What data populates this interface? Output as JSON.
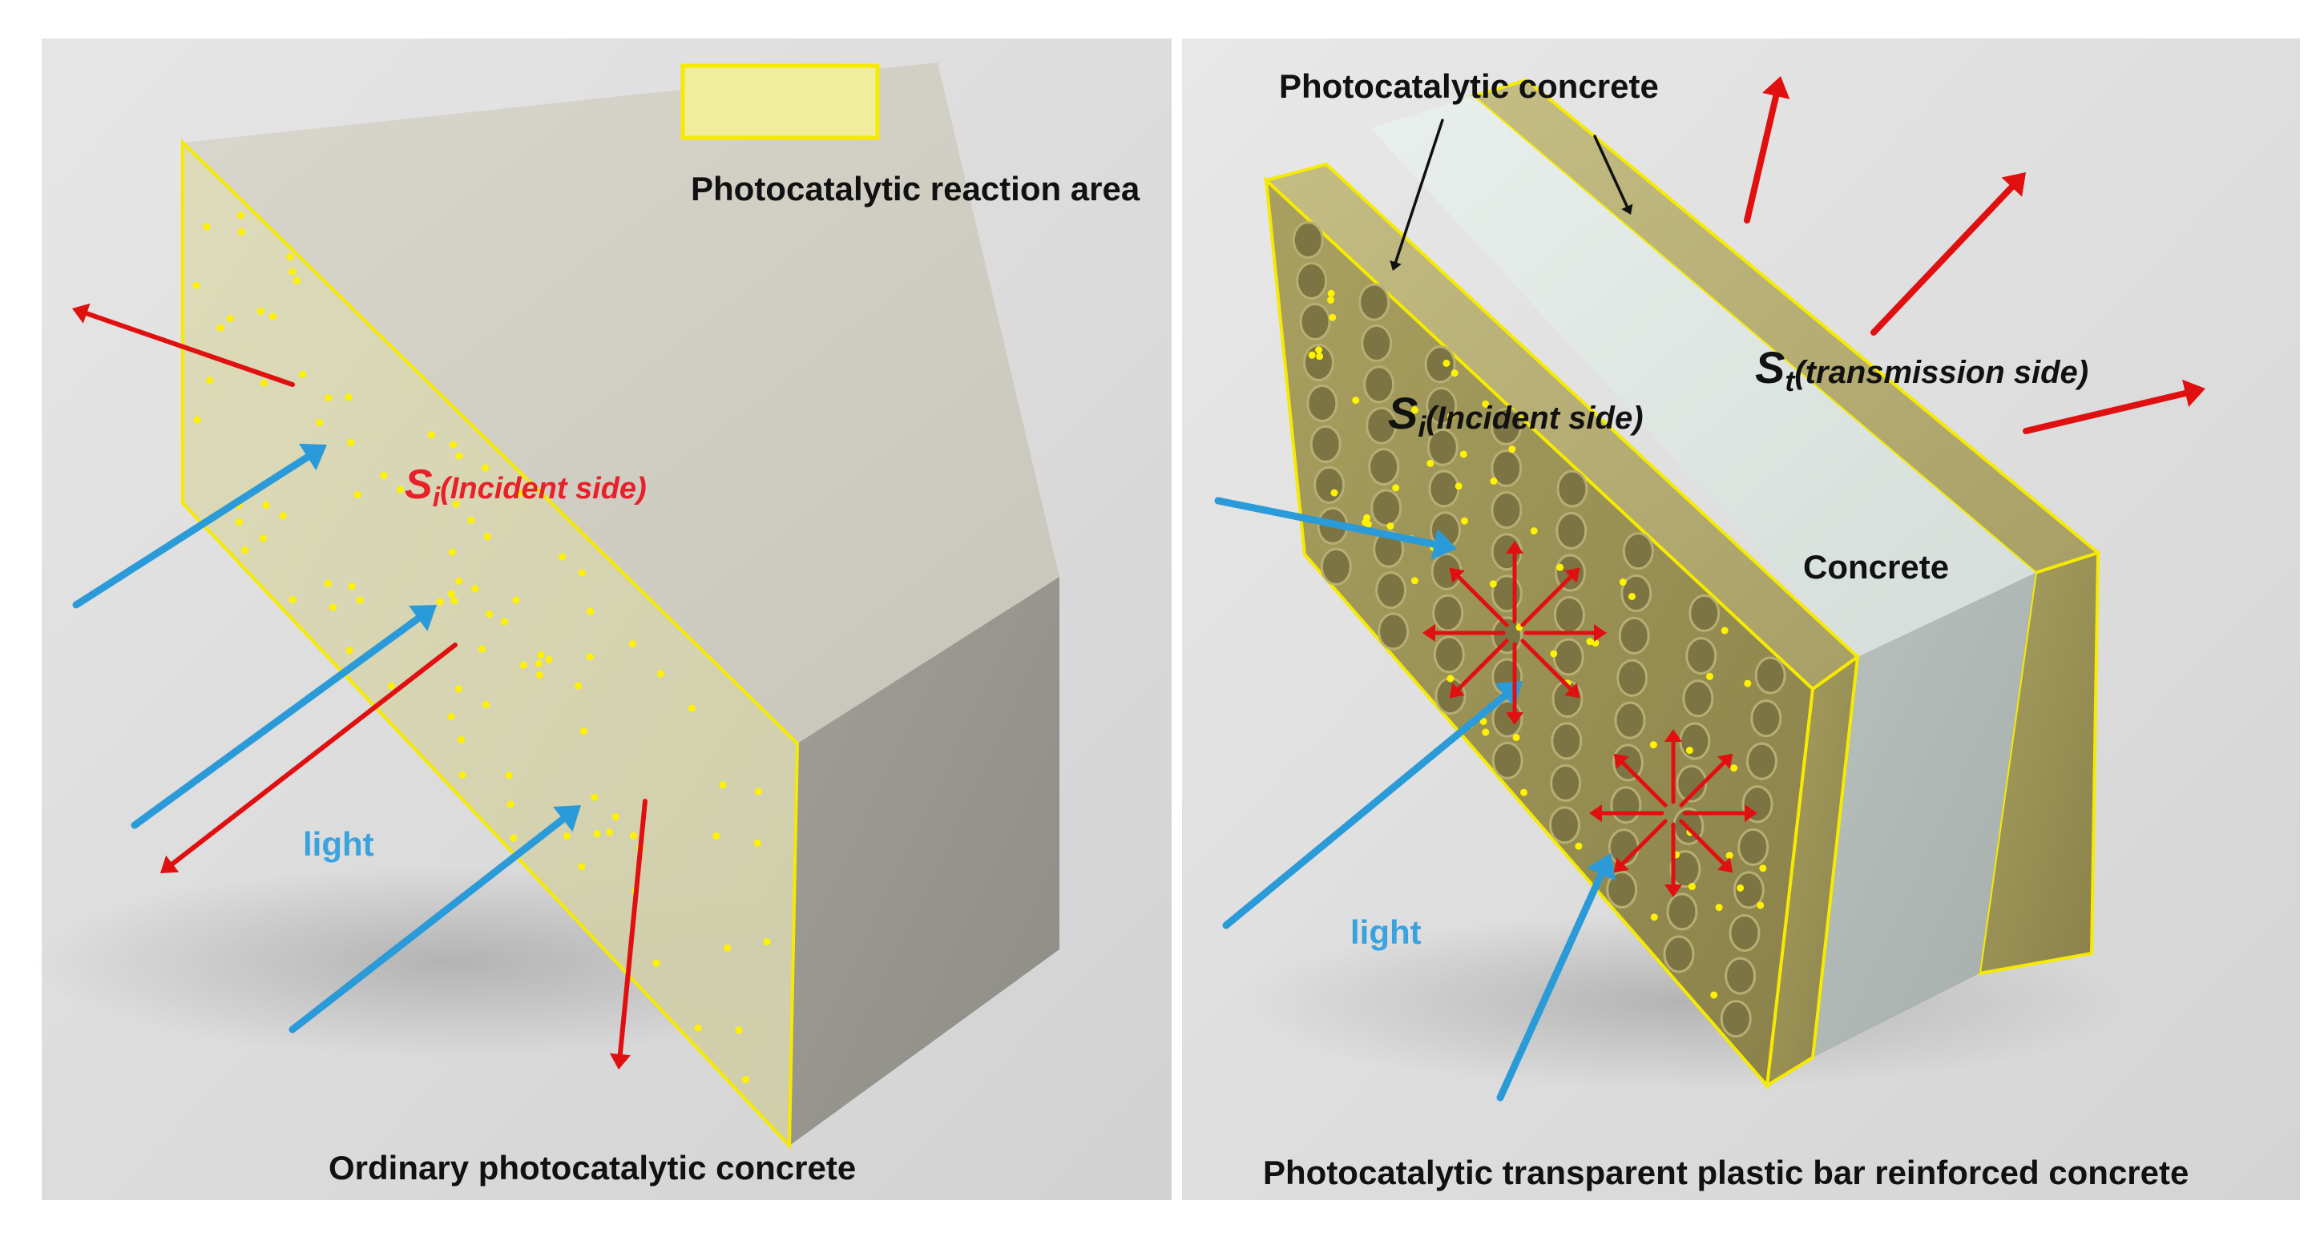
{
  "legend": {
    "label": "Photocatalytic reaction area",
    "swatch_color": "#F0EE9C",
    "swatch_border": "#F5EA00"
  },
  "left_panel": {
    "incident_label_s": "S",
    "incident_label_sub": "i",
    "incident_label_text": "(Incident side)",
    "light_label": "light",
    "caption": "Ordinary photocatalytic concrete"
  },
  "right_panel": {
    "photocatalytic_label": "Photocatalytic  concrete",
    "transmission_label_s": "S",
    "transmission_label_sub": "t",
    "transmission_label_text": "(transmission  side)",
    "incident_label_s": "S",
    "incident_label_sub": "i",
    "incident_label_text": "(Incident  side)",
    "concrete_label": "Concrete",
    "light_label": "light",
    "caption": "Photocatalytic transparent plastic bar reinforced concrete"
  },
  "colors": {
    "light_arrow": "#2A9BD8",
    "emission_arrow": "#E01010",
    "label_red": "#E8202A",
    "label_blue": "#3AA3DD",
    "particle": "#FFF200",
    "reaction_outline": "#F5EA00"
  }
}
